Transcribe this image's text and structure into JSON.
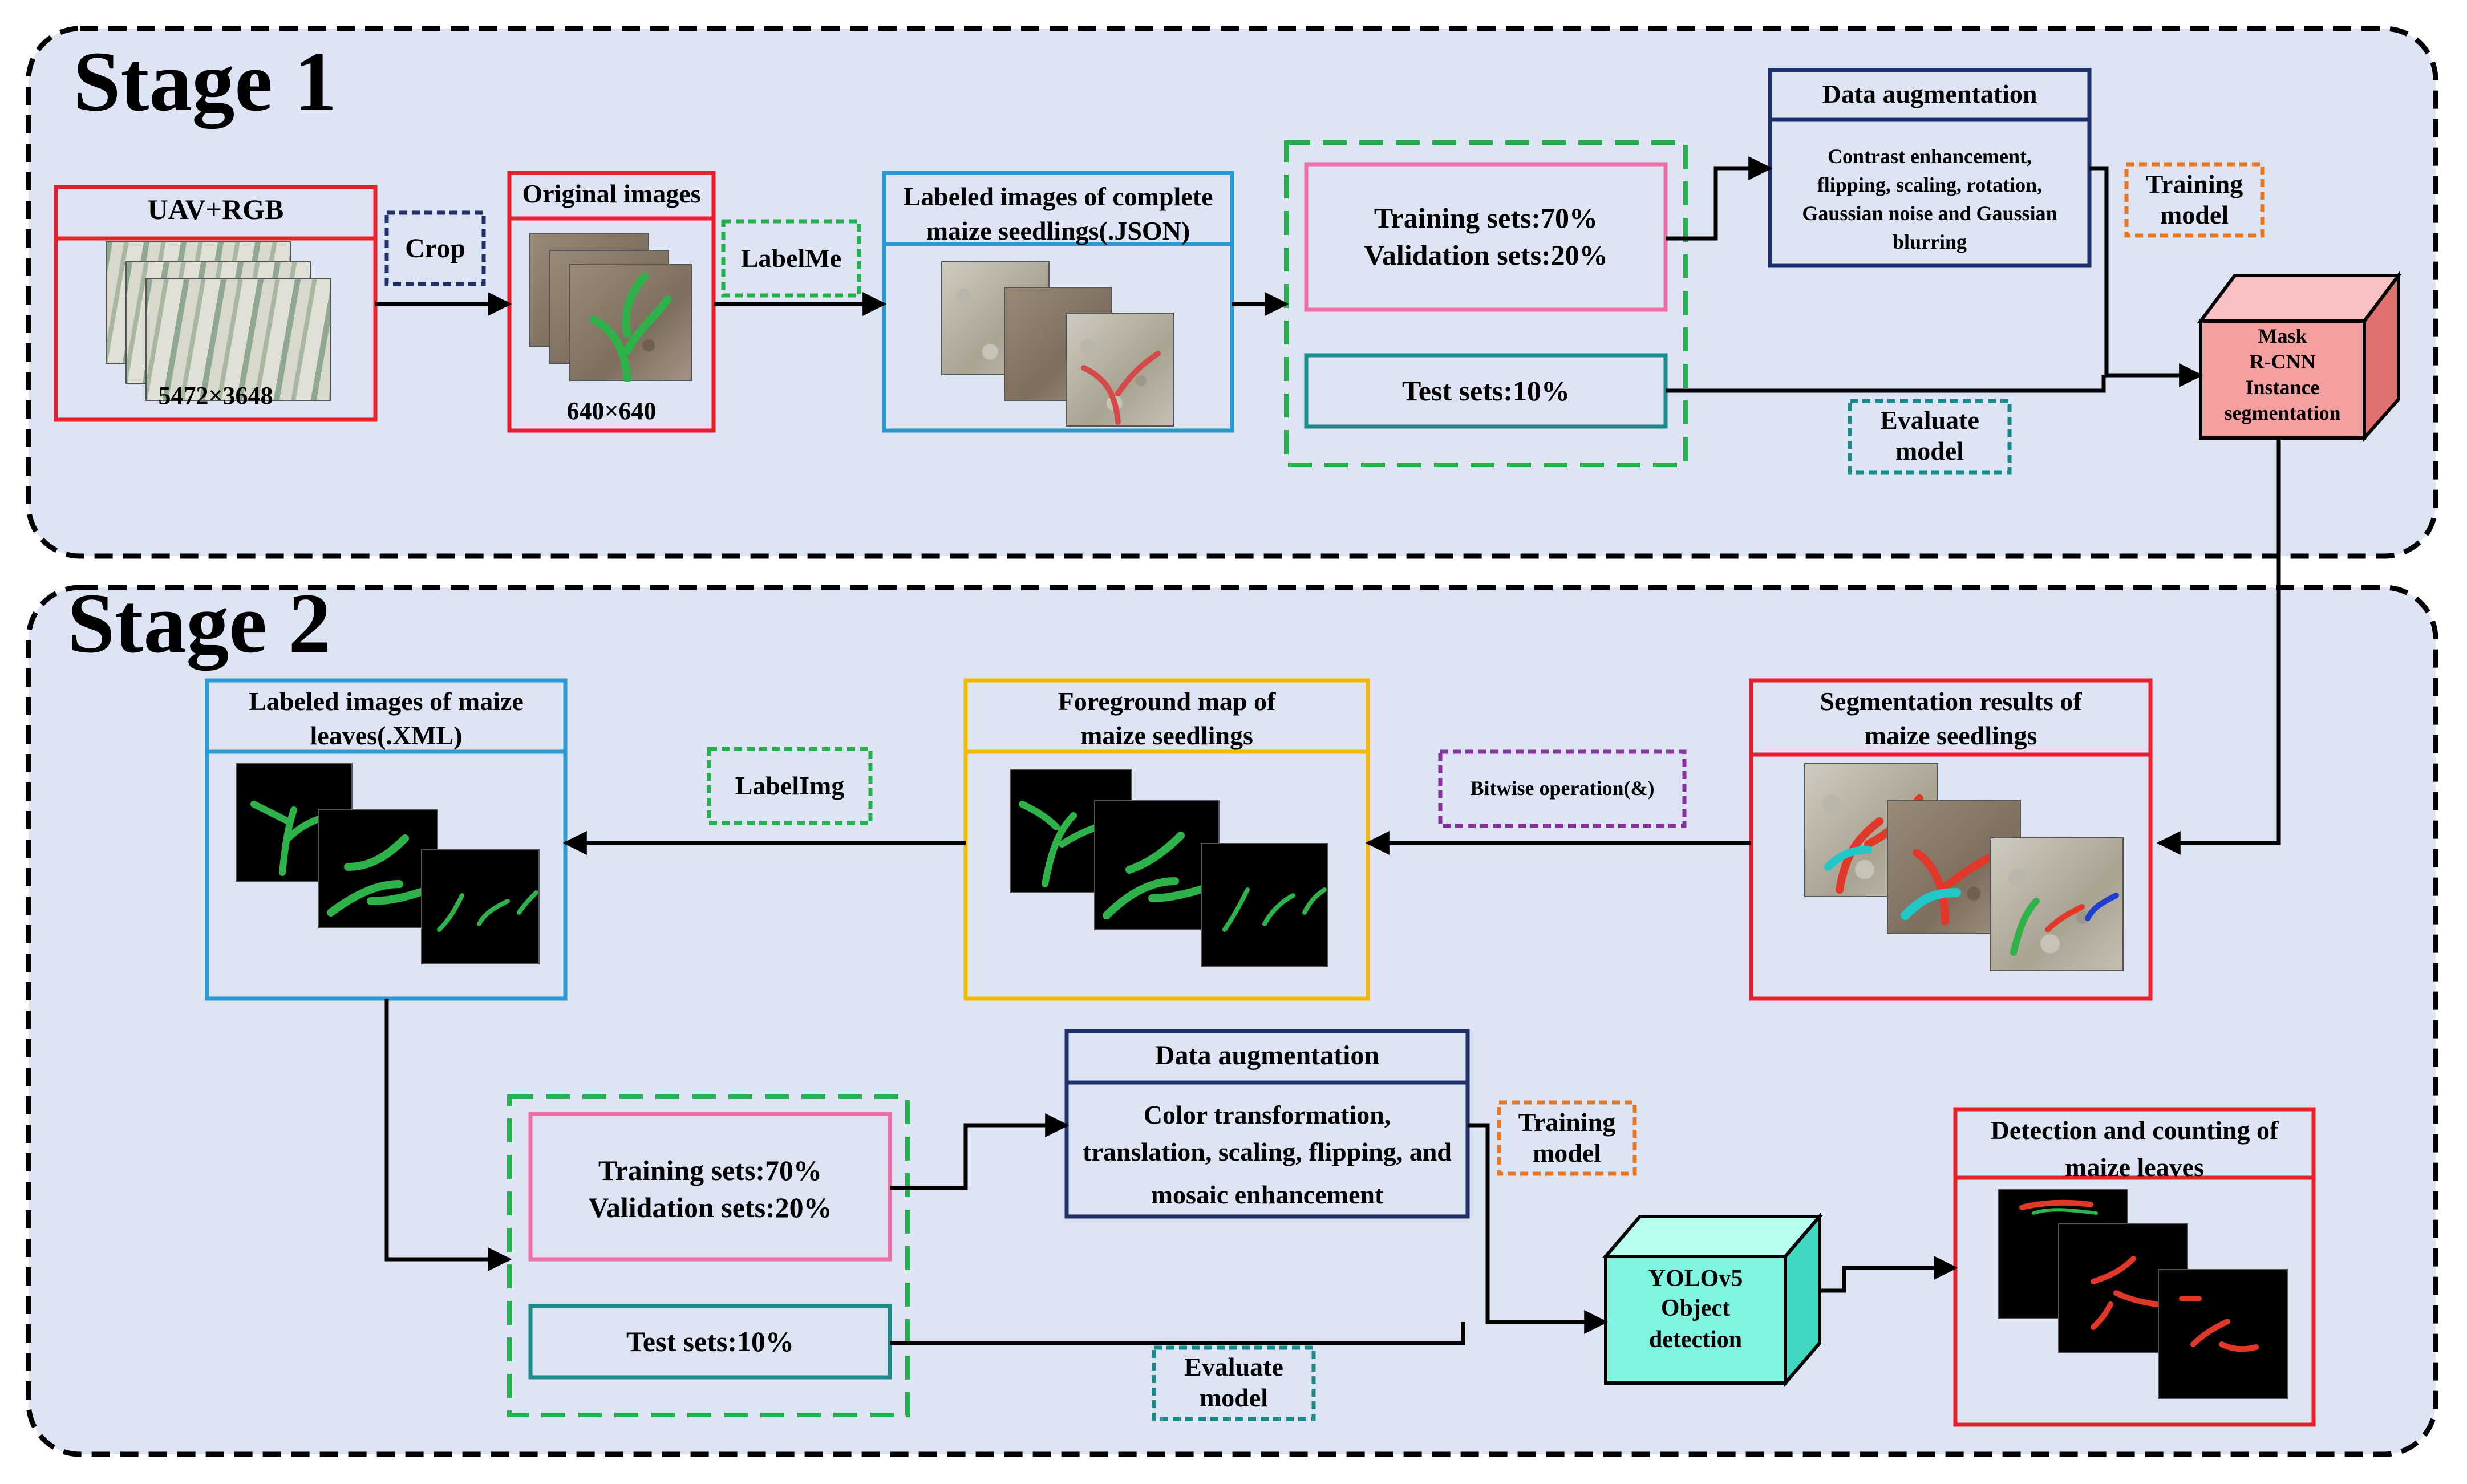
{
  "stage1": {
    "title": "Stage 1",
    "uav_rgb": {
      "title": "UAV+RGB",
      "size": "5472×3648"
    },
    "crop": "Crop",
    "original_images": {
      "title": "Original images",
      "size": "640×640"
    },
    "labelme": "LabelMe",
    "labeled_json": {
      "title_line1": "Labeled images of complete",
      "title_line2": "maize seedlings(.JSON)"
    },
    "split": {
      "train": "Training sets:70%",
      "val": "Validation sets:20%",
      "test": "Test sets:10%"
    },
    "data_aug": {
      "title": "Data augmentation",
      "lines": [
        "Contrast enhancement,",
        "flipping, scaling, rotation,",
        "Gaussian noise and Gaussian",
        "blurring"
      ]
    },
    "training_model": [
      "Training",
      "model"
    ],
    "evaluate_model": [
      "Evaluate",
      "model"
    ],
    "mask_rcnn": [
      "Mask",
      "R-CNN",
      "Instance",
      "segmentation"
    ]
  },
  "stage2": {
    "title": "Stage 2",
    "segmentation": {
      "title_line1": "Segmentation results of",
      "title_line2": "maize seedlings"
    },
    "bitwise": "Bitwise operation(&)",
    "foreground": {
      "title_line1": "Foreground map of",
      "title_line2": "maize seedlings"
    },
    "labelimg": "LabelImg",
    "labeled_xml": {
      "title_line1": "Labeled images of maize",
      "title_line2": "leaves(.XML)"
    },
    "split": {
      "train": "Training sets:70%",
      "val": "Validation sets:20%",
      "test": "Test sets:10%"
    },
    "data_aug": {
      "title": "Data augmentation",
      "lines": [
        "Color transformation,",
        "translation, scaling, flipping, and",
        "mosaic enhancement"
      ]
    },
    "training_model": [
      "Training",
      "model"
    ],
    "evaluate_model": [
      "Evaluate",
      "model"
    ],
    "yolo": [
      "YOLOv5",
      "Object",
      "detection"
    ],
    "detection": {
      "title_line1": "Detection and counting of",
      "title_line2": "maize leaves"
    }
  },
  "colors": {
    "background": "#dde4f4",
    "red": "#e8202a",
    "blue": "#2a9ad6",
    "navy": "#1f2f6b",
    "green_dash": "#22b04b",
    "pink": "#ef6ea5",
    "teal": "#1a8a8a",
    "orange_dash": "#e87722",
    "purple_dash": "#8a2ea0",
    "yellow": "#f5b800",
    "mask_rcnn_fill": "#f4a0a0",
    "yolo_fill": "#7ff5e0"
  }
}
